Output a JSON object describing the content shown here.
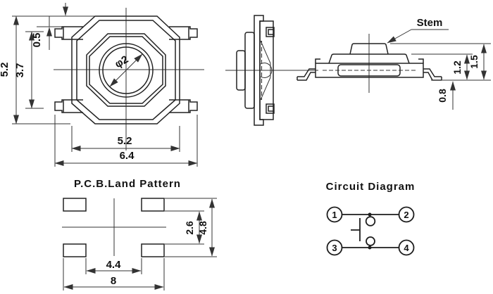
{
  "colors": {
    "ink": "#222222",
    "background": "#ffffff"
  },
  "top_view": {
    "dim_body_height": "5.2",
    "dim_contact_span": "3.7",
    "dim_lead_offset": "0.5",
    "dim_stem_diameter": "φ2",
    "dim_body_width": "5.2",
    "dim_total_width": "6.4"
  },
  "side_view": {
    "stem_label": "Stem",
    "dim_total_height": "1.5",
    "dim_body_height": "1.2",
    "dim_lead_height": "0.8"
  },
  "pcb_land_pattern": {
    "title": "P.C.B.Land Pattern",
    "dim_pad_inner_v": "2.6",
    "dim_pad_outer_v": "4.8",
    "dim_pad_inner_h": "4.4",
    "dim_pad_outer_h": "8"
  },
  "circuit_diagram": {
    "title": "Circuit Diagram",
    "pins": [
      "1",
      "2",
      "3",
      "4"
    ]
  }
}
